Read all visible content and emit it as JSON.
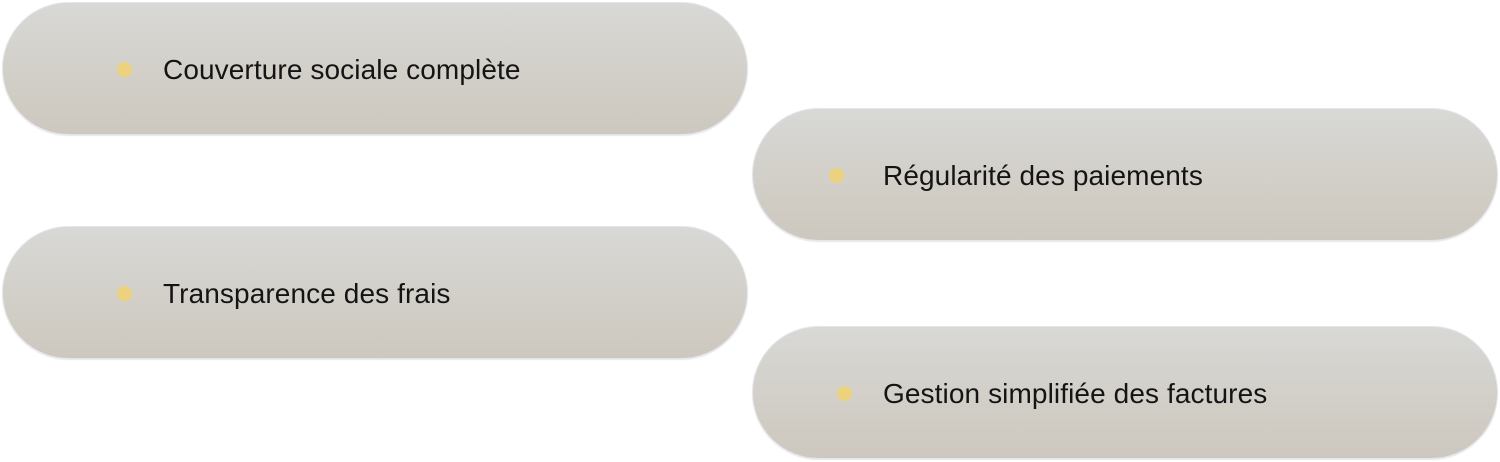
{
  "items": [
    {
      "label": "Couverture sociale complète"
    },
    {
      "label": "Régularité des paiements"
    },
    {
      "label": "Transparence des frais"
    },
    {
      "label": "Gestion simplifiée des factures"
    }
  ],
  "colors": {
    "pill_top": "#d8d8d6",
    "pill_bottom": "#cdc8bf",
    "bullet": "#ecd27e",
    "text": "#141414"
  },
  "icons": {
    "bullet": "dot-icon"
  }
}
